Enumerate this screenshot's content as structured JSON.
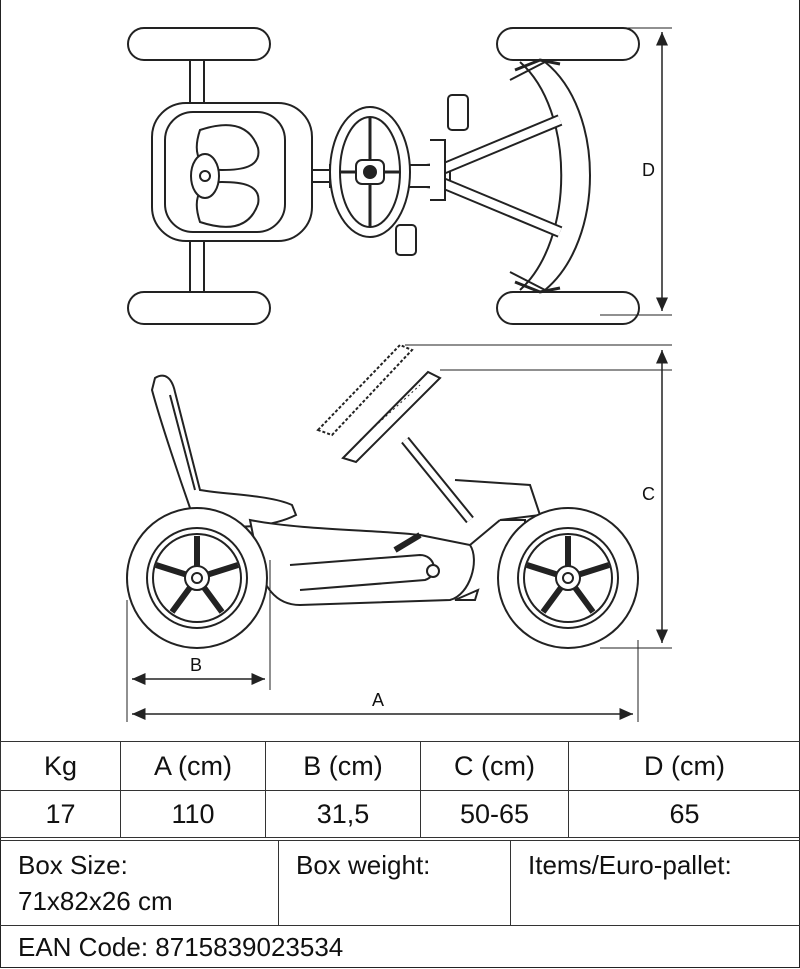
{
  "diagram": {
    "labels": {
      "a": "A",
      "b": "B",
      "c": "C",
      "d": "D"
    }
  },
  "specs": {
    "headers": [
      "Kg",
      "A (cm)",
      "B (cm)",
      "C (cm)",
      "D (cm)"
    ],
    "values": [
      "17",
      "110",
      "31,5",
      "50-65",
      "65"
    ]
  },
  "box": {
    "size_label": "Box Size:",
    "size_value": "71x82x26 cm",
    "weight_label": "Box weight:",
    "pallet_label": "Items/Euro-pallet:"
  },
  "ean": {
    "text": "EAN Code: 8715839023534"
  }
}
